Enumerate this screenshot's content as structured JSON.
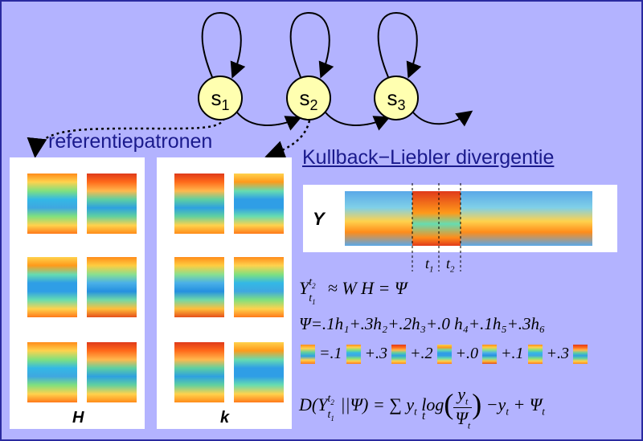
{
  "states": [
    {
      "label": "s",
      "sub": "1"
    },
    {
      "label": "s",
      "sub": "2"
    },
    {
      "label": "s",
      "sub": "3"
    }
  ],
  "labels": {
    "referentiepatronen": "referentiepatronen",
    "kl_title": "Kullback−Liebler divergentie",
    "Y": "Y",
    "H": "H",
    "k": "k",
    "t1": "t",
    "t1_sub": "1",
    "t2": "t",
    "t2_sub": "2"
  },
  "formulas": {
    "eq1": "Y",
    "eq1_rest": "≈ W H = Ψ",
    "eq2": "Ψ=.1h₁+.3h₂+.2h₃+.0 h₄+.1h₅+.3h₆",
    "eq3_coeffs": [
      "=.1",
      "+.3",
      "+.2",
      "+.0",
      "+.1",
      "+.3"
    ],
    "eq4_lhs": "D(Y",
    "eq4_mid": "||Ψ) = ∑",
    "eq4_rhs": "y",
    "eq4_log": "log",
    "eq4_tail": "−y",
    "eq4_tail2": "+ Ψ"
  },
  "colors": {
    "background": "#b3b3ff",
    "border": "#2a2aa0",
    "state_fill": "#ffffb0",
    "kl_title": "#1a1a8c"
  }
}
